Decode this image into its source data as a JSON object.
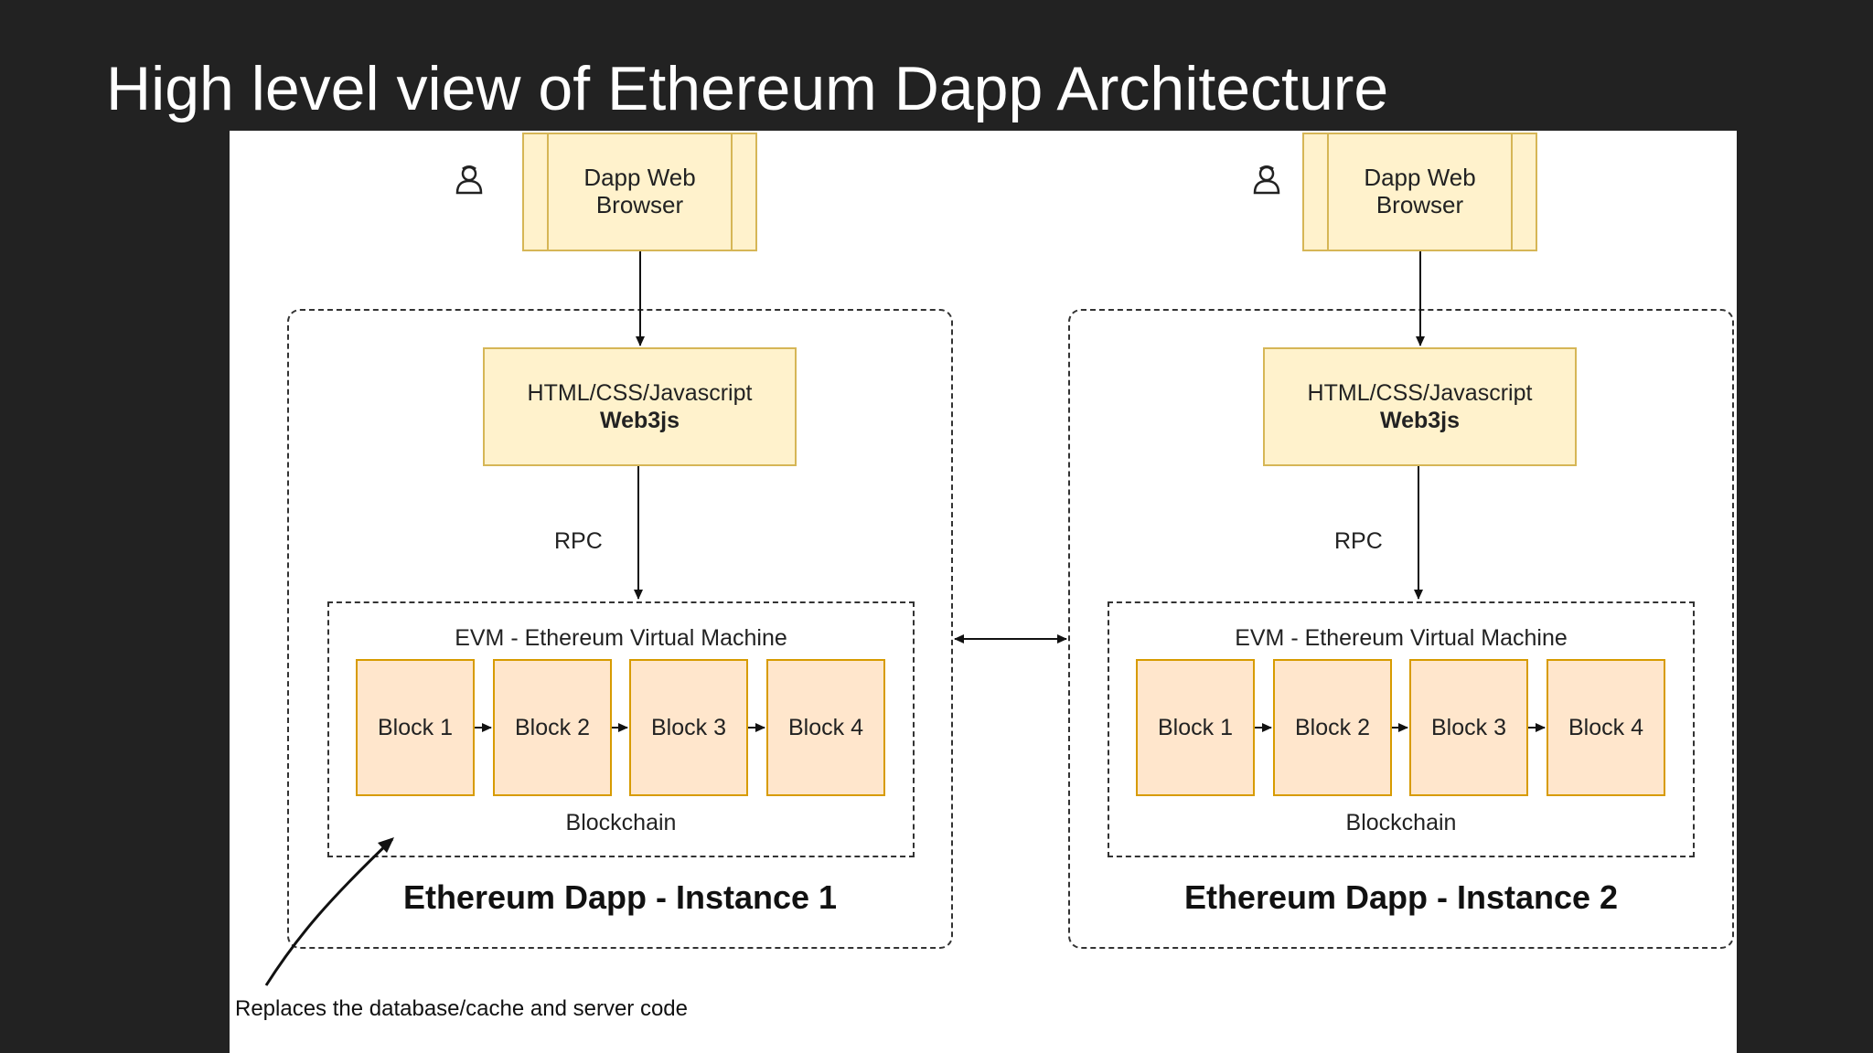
{
  "title": "High level view of Ethereum Dapp Architecture",
  "instances": [
    {
      "browser_line1": "Dapp Web",
      "browser_line2": "Browser",
      "frontend_line1": "HTML/CSS/Javascript",
      "frontend_line2": "Web3js",
      "rpc_label": "RPC",
      "evm_label": "EVM - Ethereum Virtual Machine",
      "blocks": [
        "Block 1",
        "Block 2",
        "Block 3",
        "Block 4"
      ],
      "blockchain_label": "Blockchain",
      "instance_label": "Ethereum Dapp - Instance 1",
      "user_icon": "user-icon"
    },
    {
      "browser_line1": "Dapp Web",
      "browser_line2": "Browser",
      "frontend_line1": "HTML/CSS/Javascript",
      "frontend_line2": "Web3js",
      "rpc_label": "RPC",
      "evm_label": "EVM - Ethereum Virtual Machine",
      "blocks": [
        "Block 1",
        "Block 2",
        "Block 3",
        "Block 4"
      ],
      "blockchain_label": "Blockchain",
      "instance_label": "Ethereum Dapp - Instance 2",
      "user_icon": "user-icon"
    }
  ],
  "note": "Replaces the database/cache and server code",
  "colors": {
    "background": "#222222",
    "browser_fill": "#fff2cc",
    "browser_stroke": "#d6b656",
    "block_fill": "#ffe6cc",
    "block_stroke": "#d79b00"
  }
}
